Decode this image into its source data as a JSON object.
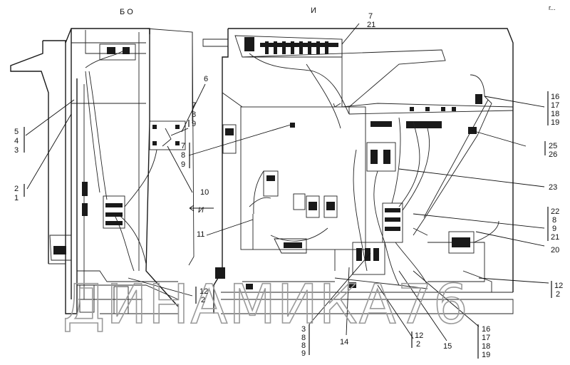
{
  "view_labels": {
    "left": "Б О",
    "right": "И"
  },
  "corner_mark": "г...",
  "arrow_mark": "И",
  "watermark": "ДИНАМИКА76",
  "callouts": {
    "c_7_21": [
      "7",
      "21"
    ],
    "c_16_19_top": [
      "16",
      "17",
      "18",
      "19"
    ],
    "c_6": [
      "6"
    ],
    "c_7_8_9_a": [
      "7",
      "8",
      "9"
    ],
    "c_5_4_3": [
      "5",
      "4",
      "3"
    ],
    "c_25_26": [
      "25",
      "26"
    ],
    "c_7_8_9_b": [
      "7",
      "8",
      "9"
    ],
    "c_2_1": [
      "2",
      "1"
    ],
    "c_10": [
      "10"
    ],
    "c_23": [
      "23"
    ],
    "c_11": [
      "11"
    ],
    "c_22_8_9_21": [
      "22",
      "8",
      "9",
      "21"
    ],
    "c_20": [
      "20"
    ],
    "c_12_2_right": [
      "12",
      "2"
    ],
    "c_12_2_left": [
      "12",
      "2"
    ],
    "c_3_8_9_bottom": [
      "3",
      "8",
      "8",
      "9"
    ],
    "c_14": [
      "14"
    ],
    "c_12_2_bottom": [
      "12",
      "2"
    ],
    "c_15": [
      "15"
    ],
    "c_16_19_bottom": [
      "16",
      "17",
      "18",
      "19"
    ]
  }
}
